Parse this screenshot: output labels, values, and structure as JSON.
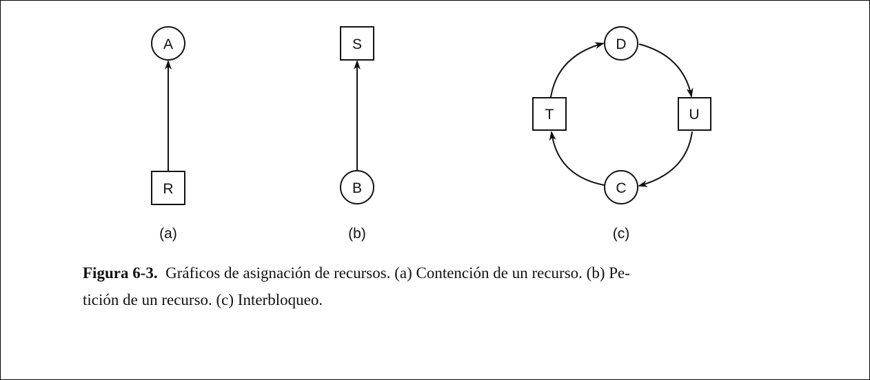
{
  "nodes": {
    "a_process": "A",
    "a_resource": "R",
    "b_resource": "S",
    "b_process": "B",
    "c_process_top": "D",
    "c_resource_left": "T",
    "c_resource_right": "U",
    "c_process_bottom": "C"
  },
  "panel_labels": [
    "(a)",
    "(b)",
    "(c)"
  ],
  "caption": {
    "label": "Figura 6-3.",
    "line1": "Gráficos de asignación de recursos.  (a) Contención de un recurso.  (b) Pe-",
    "line2": "tición de un recurso.  (c) Interbloqueo."
  }
}
